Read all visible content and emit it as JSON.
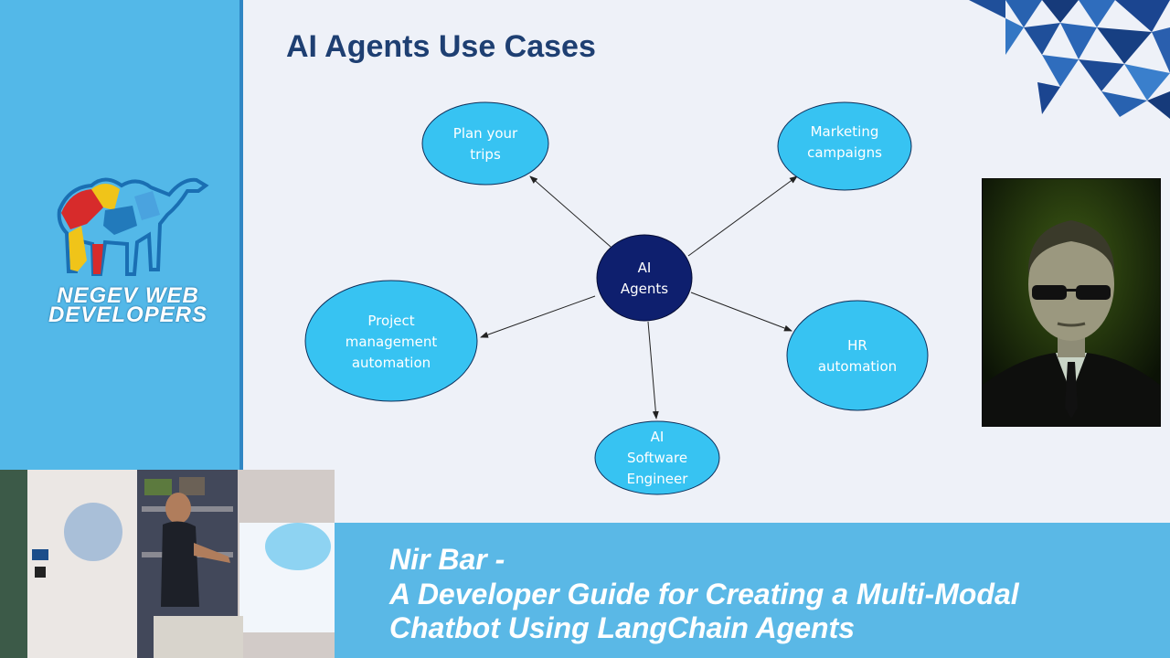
{
  "brand": {
    "line1": "NEGEV WEB",
    "line2": "DEVELOPERS"
  },
  "slide": {
    "title": "AI Agents Use Cases",
    "hub": {
      "label_lines": [
        "AI",
        "Agents"
      ]
    },
    "nodes": [
      {
        "id": "plan-trips",
        "label_lines": [
          "Plan your",
          "trips"
        ]
      },
      {
        "id": "marketing",
        "label_lines": [
          "Marketing",
          "campaigns"
        ]
      },
      {
        "id": "project-management",
        "label_lines": [
          "Project",
          "management",
          "automation"
        ]
      },
      {
        "id": "hr",
        "label_lines": [
          "HR",
          "automation"
        ]
      },
      {
        "id": "software-engineer",
        "label_lines": [
          "AI",
          "Software",
          "Engineer"
        ]
      }
    ],
    "colors": {
      "hub": "#0e1f6e",
      "node_fill": "#37c3f2",
      "title": "#1e3f72",
      "background": "#eef1f8"
    }
  },
  "caption": {
    "line1": "Nir Bar -",
    "line2": "A Developer Guide for Creating a Multi-Modal",
    "line3": "Chatbot Using LangChain Agents"
  }
}
